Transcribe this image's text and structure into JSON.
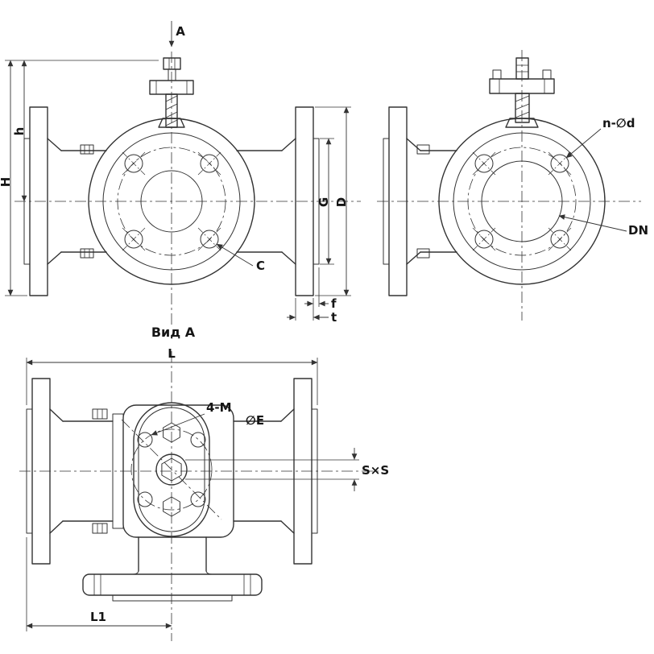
{
  "drawing": {
    "view_front": {
      "section_label": "A",
      "dim_height_top": "h",
      "dim_height_total": "H",
      "dim_bolt_circle": "C",
      "dim_raised_face": "G",
      "dim_flange_od": "D",
      "dim_face_thickness": "f",
      "dim_flange_thickness": "t"
    },
    "view_side": {
      "dim_bolt_holes": "n-∅d",
      "dim_nominal_bore": "DN"
    },
    "view_top": {
      "title": "Вид А",
      "dim_length": "L",
      "dim_mount_bolts": "4-M",
      "dim_mount_circle": "∅E",
      "dim_stem_square": "S×S",
      "dim_length_half": "L1"
    }
  }
}
